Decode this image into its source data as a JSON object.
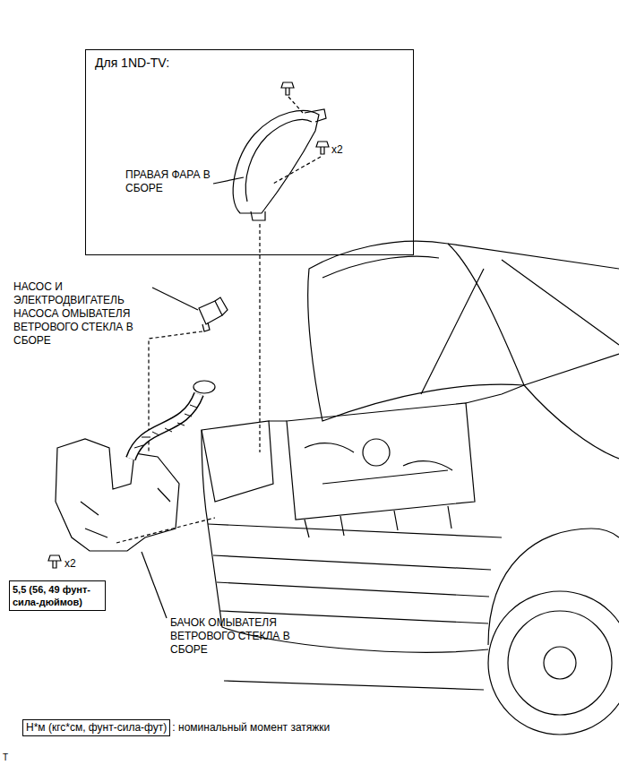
{
  "diagram": {
    "nodes": [
      {
        "text": [
          "Для 1ND-TV:"
        ]
      },
      {
        "text": [
          "5,5 (56, 49 фунт-сила-дюймов)"
        ]
      },
      {
        "text": [
          "Н*м (кгс*см, фунт-сила-фут)"
        ]
      }
    ],
    "labels": [
      "ПРАВАЯ ФАРА В СБОРЕ",
      "x2",
      "НАСОС И ЭЛЕКТРОДВИГАТЕЛЬ НАСОСА ОМЫВАТЕЛЯ ВЕТРОВОГО СТЕКЛА В СБОРЕ",
      "x2",
      "БАЧОК ОМЫВАТЕЛЯ ВЕТРОВОГО СТЕКЛА В СБОРЕ",
      ": номинальный момент затяжки",
      "T"
    ]
  }
}
